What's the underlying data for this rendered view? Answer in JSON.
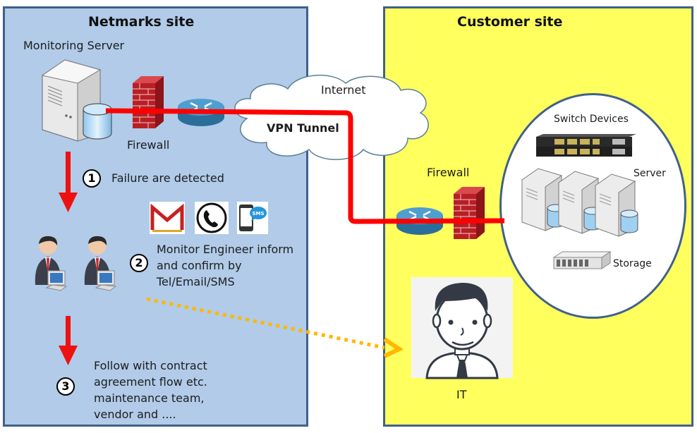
{
  "netmarks_site": {
    "title": "Netmarks site",
    "monitoring_server_label": "Monitoring Server",
    "firewall_label": "Firewall",
    "steps": [
      {
        "number": "1",
        "text": "Failure are detected"
      },
      {
        "number": "2",
        "lines": [
          "Monitor Engineer inform",
          "and confirm by",
          "Tel/Email/SMS"
        ]
      },
      {
        "number": "3",
        "lines": [
          "Follow with contract",
          "agreement flow etc.",
          "maintenance team,",
          "vendor and ...."
        ]
      }
    ],
    "notification_icons": [
      "gmail-icon",
      "phone-icon",
      "sms-icon"
    ],
    "sms_badge": "SMS"
  },
  "internet": {
    "label": "Internet",
    "vpn_label": "VPN Tunnel"
  },
  "customer_site": {
    "title": "Customer site",
    "firewall_label": "Firewall",
    "switch_label": "Switch  Devices",
    "server_label": "Server",
    "storage_label": "Storage",
    "it_label": "IT"
  },
  "colors": {
    "netmarks_bg": "#b1cbe9",
    "customer_bg": "#ffff5e",
    "border": "#41608a",
    "vpn_line": "#ff0000",
    "arrow_red": "#ee1111",
    "dotted_arrow": "#ffb800"
  }
}
